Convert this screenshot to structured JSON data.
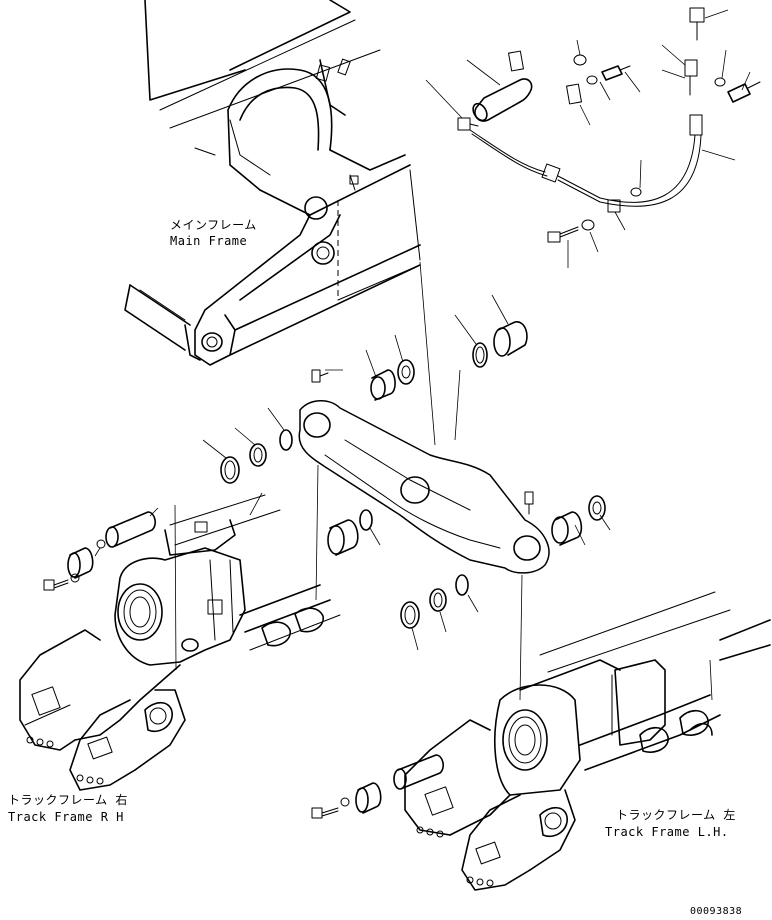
{
  "labels": {
    "main_frame_jp": "メインフレーム",
    "main_frame_en": "Main Frame",
    "track_frame_rh_jp": "トラックフレーム 右",
    "track_frame_rh_en": "Track Frame R H",
    "track_frame_lh_jp": "トラックフレーム 左",
    "track_frame_lh_en": "Track Frame L.H."
  },
  "drawing_number": "00093838",
  "colors": {
    "ink": "#000000",
    "paper": "#ffffff"
  }
}
